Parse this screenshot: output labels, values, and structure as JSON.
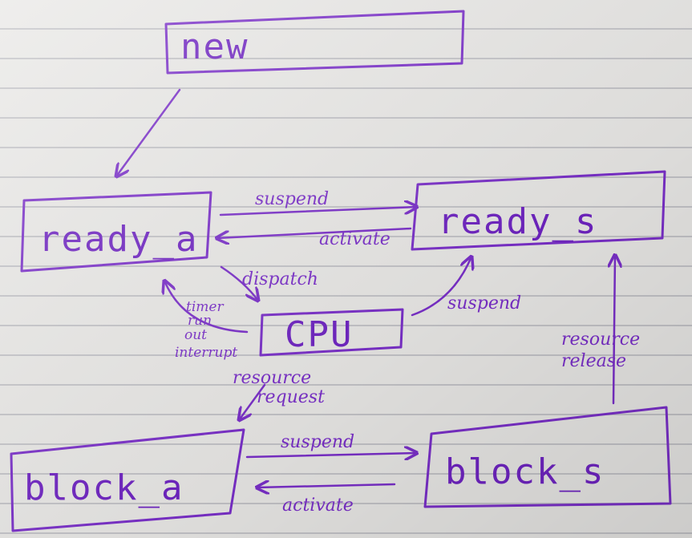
{
  "diagram": {
    "nodes": {
      "new": "new",
      "ready_a": "ready_a",
      "ready_s": "ready_s",
      "cpu": "CPU",
      "block_a": "block_a",
      "block_s": "block_s"
    },
    "edges": {
      "suspend_ready": "suspend",
      "activate_ready": "activate",
      "dispatch": "dispatch",
      "timer_interrupt": [
        "timer",
        "run",
        "out",
        "interrupt"
      ],
      "suspend_cpu": "suspend",
      "resource_request": [
        "resource",
        "request"
      ],
      "resource_release": [
        "resource",
        "release"
      ],
      "suspend_block": "suspend",
      "activate_block": "activate"
    },
    "colors": {
      "ink": "#7a2fc9",
      "paper": "#e9e8e6",
      "rule": "#c4c4c8"
    }
  }
}
